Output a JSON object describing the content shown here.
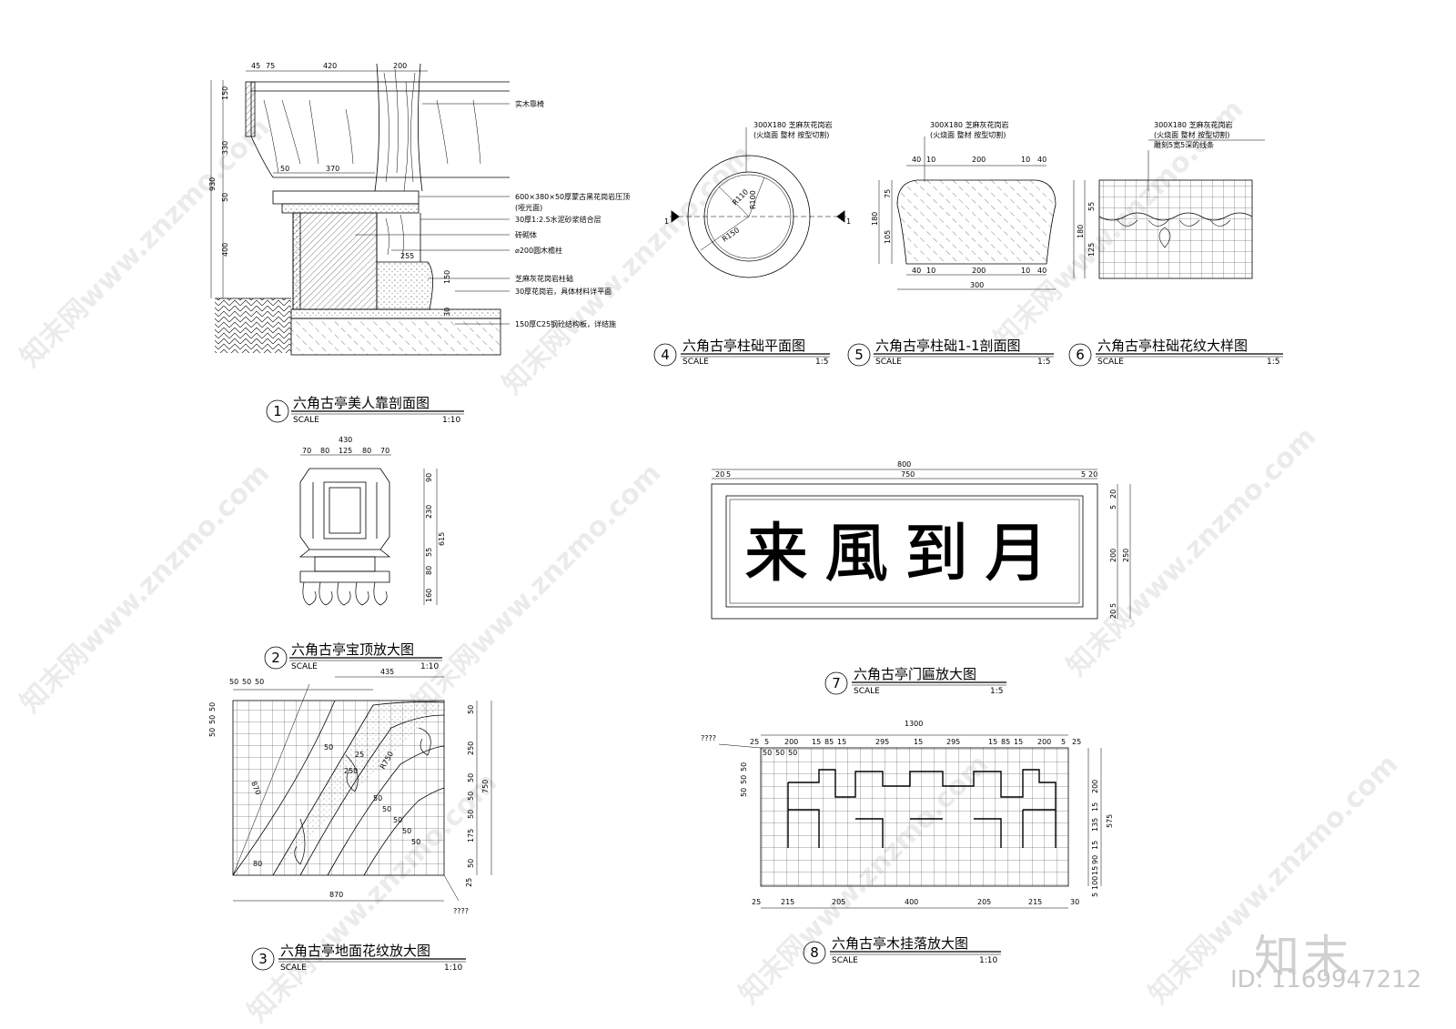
{
  "details": [
    {
      "num": "1",
      "title": "六角古亭美人靠剖面图",
      "scale_label": "SCALE",
      "scale": "1:10"
    },
    {
      "num": "2",
      "title": "六角古亭宝顶放大图",
      "scale_label": "SCALE",
      "scale": "1:10"
    },
    {
      "num": "3",
      "title": "六角古亭地面花纹放大图",
      "scale_label": "SCALE",
      "scale": "1:10"
    },
    {
      "num": "4",
      "title": "六角古亭柱础平面图",
      "scale_label": "SCALE",
      "scale": "1:5"
    },
    {
      "num": "5",
      "title": "六角古亭柱础1-1剖面图",
      "scale_label": "SCALE",
      "scale": "1:5"
    },
    {
      "num": "6",
      "title": "六角古亭柱础花纹大样图",
      "scale_label": "SCALE",
      "scale": "1:5"
    },
    {
      "num": "7",
      "title": "六角古亭门匾放大图",
      "scale_label": "SCALE",
      "scale": "1:5"
    },
    {
      "num": "8",
      "title": "六角古亭木挂落放大图",
      "scale_label": "SCALE",
      "scale": "1:10"
    }
  ],
  "d1": {
    "notes": [
      "实木靠椅",
      "600×380×50厚蒙古黑花岗岩压顶",
      "(哑光面)",
      "30厚1:2.5水泥砂浆结合层",
      "砖砌体",
      "⌀200圆木檐柱",
      "芝麻灰花岗岩柱础",
      "30厚花岗岩，具体材料详平面",
      "150厚C25钢砼结构板，详结施"
    ],
    "top_dims": [
      "45",
      "75",
      "420",
      "200"
    ],
    "mid_dims": [
      "50",
      "370"
    ],
    "side_dims": [
      "150",
      "330",
      "930",
      "50",
      "400"
    ],
    "inner_dims": [
      "255",
      "150",
      "30"
    ]
  },
  "d2": {
    "top_dims": [
      "430",
      "70",
      "80",
      "125",
      "80",
      "70"
    ],
    "side_dims": [
      "90",
      "230",
      "55",
      "80",
      "615",
      "160"
    ]
  },
  "d3": {
    "top_dims": [
      "50",
      "50",
      "50",
      "435"
    ],
    "left_dims": [
      "50",
      "50",
      "50"
    ],
    "diag_dims": [
      "870",
      "50",
      "25",
      "250",
      "R750",
      "50",
      "50",
      "50",
      "50",
      "50",
      "80"
    ],
    "right_dims": [
      "50",
      "250",
      "50",
      "50",
      "750",
      "50",
      "175",
      "50"
    ],
    "bottom_dim": "870",
    "corner_dim": "25",
    "unknown": "????"
  },
  "d4": {
    "note_1": "300X180 芝麻灰花岗岩",
    "note_2": "(火烧面 整材 按型切割)",
    "radii": [
      "R100",
      "R110",
      "R150"
    ],
    "section_mark": "1"
  },
  "d5": {
    "note_1": "300X180 芝麻灰花岗岩",
    "note_2": "(火烧面 整材 按型切割)",
    "top_dims": [
      "40",
      "10",
      "200",
      "10",
      "40"
    ],
    "bottom_dims": [
      "40",
      "10",
      "200",
      "10",
      "40"
    ],
    "total": "300",
    "side_dims": [
      "75",
      "180",
      "105"
    ]
  },
  "d6": {
    "note_1": "300X180 芝麻灰花岗岩",
    "note_2": "(火烧面 整材 按型切割)",
    "note_3": "雕刻5宽5深的线条",
    "side_dims": [
      "55",
      "180",
      "125"
    ]
  },
  "d7": {
    "inscription": "来風到月",
    "top_total": "800",
    "top_dims": [
      "20",
      "5",
      "750",
      "5",
      "20"
    ],
    "side_dims": [
      "20",
      "5",
      "200",
      "250",
      "5",
      "20"
    ]
  },
  "d8": {
    "unknown": "????",
    "top_total": "1300",
    "top_dims": [
      "25",
      "5",
      "200",
      "15",
      "85",
      "15",
      "295",
      "15",
      "295",
      "15",
      "85",
      "15",
      "200",
      "5",
      "25"
    ],
    "sub_dims": [
      "50",
      "50",
      "50"
    ],
    "left_dims": [
      "50",
      "50",
      "50"
    ],
    "bottom_dims": [
      "25",
      "215",
      "205",
      "400",
      "205",
      "215",
      "30"
    ],
    "side_dims": [
      "200",
      "15",
      "135",
      "575",
      "15",
      "90",
      "15",
      "100",
      "5"
    ]
  },
  "watermark": "知末网www.znzmo.com",
  "brand": "知末",
  "doc_id": "ID: 1169947212"
}
